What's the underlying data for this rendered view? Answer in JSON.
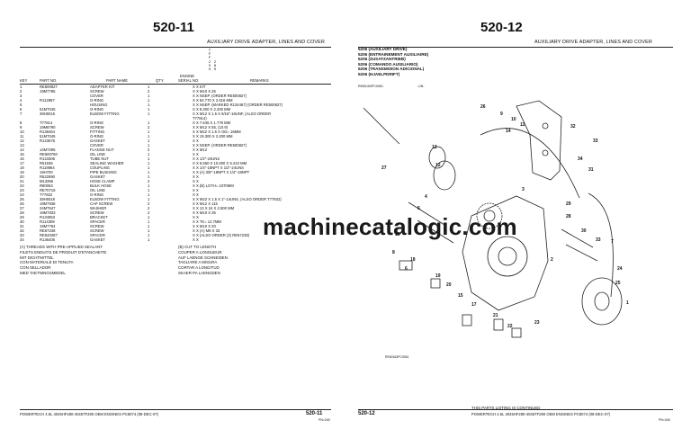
{
  "left_page": {
    "page_number": "520-11",
    "section_title": "AUXILIARY DRIVE ADAPTER, LINES AND COVER",
    "columns": {
      "key": "KEY",
      "part_no": "PART NO.",
      "part_name": "PART NAME",
      "qty": "QTY.",
      "engine": "ENGINE",
      "serial_no": "SERIAL NO.",
      "remarks": "REMARKS"
    },
    "model_codes": [
      [
        "T",
        "",
        ""
      ],
      [
        "F",
        "",
        ""
      ],
      [
        "F",
        "",
        ""
      ],
      [
        "2",
        "2",
        ""
      ],
      [
        "9",
        "8",
        ""
      ],
      [
        "5",
        "5",
        ""
      ]
    ],
    "rows": [
      {
        "key": "1",
        "part": "RE500827",
        "name": "ADAPTER KIT",
        "qty": "1",
        "rem": "X X  KIT"
      },
      {
        "key": "2",
        "part": "19M7785",
        "name": "SCREW",
        "qty": "2",
        "rem": "X X  M10 X 25"
      },
      {
        "key": "3",
        "part": "",
        "name": "COVER",
        "qty": "1",
        "rem": "X X  NSEP. (ORDER RE500827)"
      },
      {
        "key": "4",
        "part": "R112857",
        "name": "O-RING",
        "qty": "1",
        "rem": "X X  64.770 X 2.616 MM"
      },
      {
        "key": "5",
        "part": "",
        "name": "HOUSING",
        "qty": "1",
        "rem": "X X  NSEP. (MARKED R134467) (ORDER RE500827)"
      },
      {
        "key": "6",
        "part": "51M7045",
        "name": "O-RING",
        "qty": "1",
        "rem": "X X  9.300 X 2.200 MM"
      },
      {
        "key": "7",
        "part": "38H5015",
        "name": "ELBOW FITTING",
        "qty": "1",
        "rem": "X X  M12 X 1.5 X 9/16\"-18UNF, (ALSO ORDER"
      },
      {
        "key": "",
        "part": "",
        "name": "",
        "qty": "",
        "rem": "         T77814)"
      },
      {
        "key": "8",
        "part": "T77814",
        "name": "O-RING",
        "qty": "1",
        "rem": "X X  7.645 X 1.778 MM"
      },
      {
        "key": "9",
        "part": "19M8790",
        "name": "SCREW",
        "qty": "2",
        "rem": "X X  M12 X 55, (10.9)"
      },
      {
        "key": "10",
        "part": "R138464",
        "name": "FITTING",
        "qty": "1",
        "rem": "X X  M22 X 1.5 X OD= 16MM"
      },
      {
        "key": "11",
        "part": "51M7045",
        "name": "O-RING",
        "qty": "1",
        "rem": "X X  19.300 X 2.200 MM"
      },
      {
        "key": "12",
        "part": "R123676",
        "name": "GASKET",
        "qty": "1",
        "rem": "X X"
      },
      {
        "key": "13",
        "part": "",
        "name": "COVER",
        "qty": "1",
        "rem": "X X  NSEP. (ORDER RE500827)"
      },
      {
        "key": "14",
        "part": "14M7295",
        "name": "FLANGE NUT",
        "qty": "2",
        "rem": "X X  M12"
      },
      {
        "key": "15",
        "part": "RE500750",
        "name": "OIL LINE",
        "qty": "1",
        "rem": "X X"
      },
      {
        "key": "16",
        "part": "R123305",
        "name": "TUBE NUT",
        "qty": "1",
        "rem": "X X  1/2\"-24UNS"
      },
      {
        "key": "17",
        "part": "R51936",
        "name": "SEALING WASHER",
        "qty": "1",
        "rem": "X X  5.560 X 10.000 X 5.410 MM"
      },
      {
        "key": "18",
        "part": "R119864",
        "name": "COUPLING",
        "qty": "1",
        "rem": "X X  1/4\"-18NPT X 1/2\"-24UNS"
      },
      {
        "key": "19",
        "part": "19H700",
        "name": "PIPE BUSHING",
        "qty": "1",
        "rem": "X X  (A) 3/8\"-18NPT X 1/4\"-18NPT"
      },
      {
        "key": "20",
        "part": "R522690",
        "name": "GASKET",
        "qty": "1",
        "rem": "X X"
      },
      {
        "key": "21",
        "part": "M13356",
        "name": "HOSE CLAMP",
        "qty": "2",
        "rem": "X X"
      },
      {
        "key": "22",
        "part": "R80063",
        "name": "BULK HOSE",
        "qty": "1",
        "rem": "X X  (B) LGTH= 2370MM"
      },
      {
        "key": "23",
        "part": "RE70718",
        "name": "OIL LINE",
        "qty": "1",
        "rem": "X X"
      },
      {
        "key": "24",
        "part": "T77832",
        "name": "O-RING",
        "qty": "1",
        "rem": "X X"
      },
      {
        "key": "25",
        "part": "38H5018",
        "name": "ELBOW FITTING",
        "qty": "1",
        "rem": "X X  M22 X 1.5 X 1\"-14UNS, (ALSO ORDER T77932)"
      },
      {
        "key": "26",
        "part": "19M7938",
        "name": "CAP SCREW",
        "qty": "2",
        "rem": "X X  M12 X 115"
      },
      {
        "key": "27",
        "part": "24M7547",
        "name": "WASHER",
        "qty": "2",
        "rem": "X X  13 X 24 X 2.500 MM"
      },
      {
        "key": "28",
        "part": "19M7833",
        "name": "SCREW",
        "qty": "2",
        "rem": "X X  M10 X 35"
      },
      {
        "key": "29",
        "part": "R134953",
        "name": "BRACKET",
        "qty": "1",
        "rem": "X X"
      },
      {
        "key": "30",
        "part": "R114308",
        "name": "SPACER",
        "qty": "1",
        "rem": "X X  TK= 12.7MM"
      },
      {
        "key": "31",
        "part": "19M7784",
        "name": "SCREW",
        "qty": "1",
        "rem": "X X  M10 X 20"
      },
      {
        "key": "32",
        "part": "RE67238",
        "name": "SCREW",
        "qty": "1",
        "rem": "X X  (A) M8 X 33"
      },
      {
        "key": "33",
        "part": "RE520387",
        "name": "SPACER",
        "qty": "1",
        "rem": "X X  (ALSO ORDER (2) RE67238)"
      },
      {
        "key": "34",
        "part": "R136405",
        "name": "GASKET",
        "qty": "1",
        "rem": "X X"
      }
    ],
    "notes_left": [
      "(A) THREADS WITH PRE-APPLIED SEALANT",
      "FILETS ENDUITS DE PRODUIT D'ETANCHEITE",
      "MIT DICHTMITTEL",
      "CON MATERIALE DI TENUTA",
      "CON SELLADOR",
      "MED TAETNINGSMEDEL"
    ],
    "notes_right": [
      "(B) CUT TO LENGTH",
      "COUPER A LONGUEUR",
      "AUF LAENGE SCHNEIDEN",
      "TAGLIARE A MISURA",
      "CORTAR A LONGITUD",
      "SKAER PA LAENGDEN"
    ],
    "footer_text": "POWERTECH 4.5L 4045HF280-4045TF280 OEM ENGINES    PC8074    (08-DEC-07)",
    "footer_pnum": "520-11",
    "footer_tag": "PN=340"
  },
  "right_page": {
    "page_number": "520-12",
    "section_title": "AUXILIARY DRIVE ADAPTER, LINES AND COVER",
    "group_lines": [
      "5206 (AUXILIARY DRIVE)",
      "5206 (ENTRAINEMENT AUXILIAIRE)",
      "5206 (ZUSATZANTRIEB)",
      "5206 (COMANDO AUSILIARIO)",
      "5206 (TRANSMISION ADICIONAL)",
      "5206 (HJAELPDRIFT)"
    ],
    "illus_ref": "RE60163PC0061",
    "illus_un": "-UN-",
    "illus_ref_bottom": "RE60163PC0061",
    "continued": "THIS PARTS LISTING IS CONTINUED",
    "footer_pnum": "520-12",
    "footer_text": "POWERTECH 4.5L 4045HF280-4045TF280 OEM ENGINES    PC8074    (08-DEC-07)",
    "footer_tag": "PN=340",
    "callouts": [
      "1",
      "2",
      "3",
      "4",
      "5",
      "6",
      "7",
      "8",
      "9",
      "10",
      "11",
      "12",
      "13",
      "14",
      "15",
      "16",
      "17",
      "18",
      "19",
      "20",
      "21",
      "22",
      "23",
      "24",
      "25",
      "26",
      "27",
      "28",
      "29",
      "30",
      "31",
      "32",
      "33",
      "34"
    ]
  },
  "watermark": "machinecatalogic.com"
}
